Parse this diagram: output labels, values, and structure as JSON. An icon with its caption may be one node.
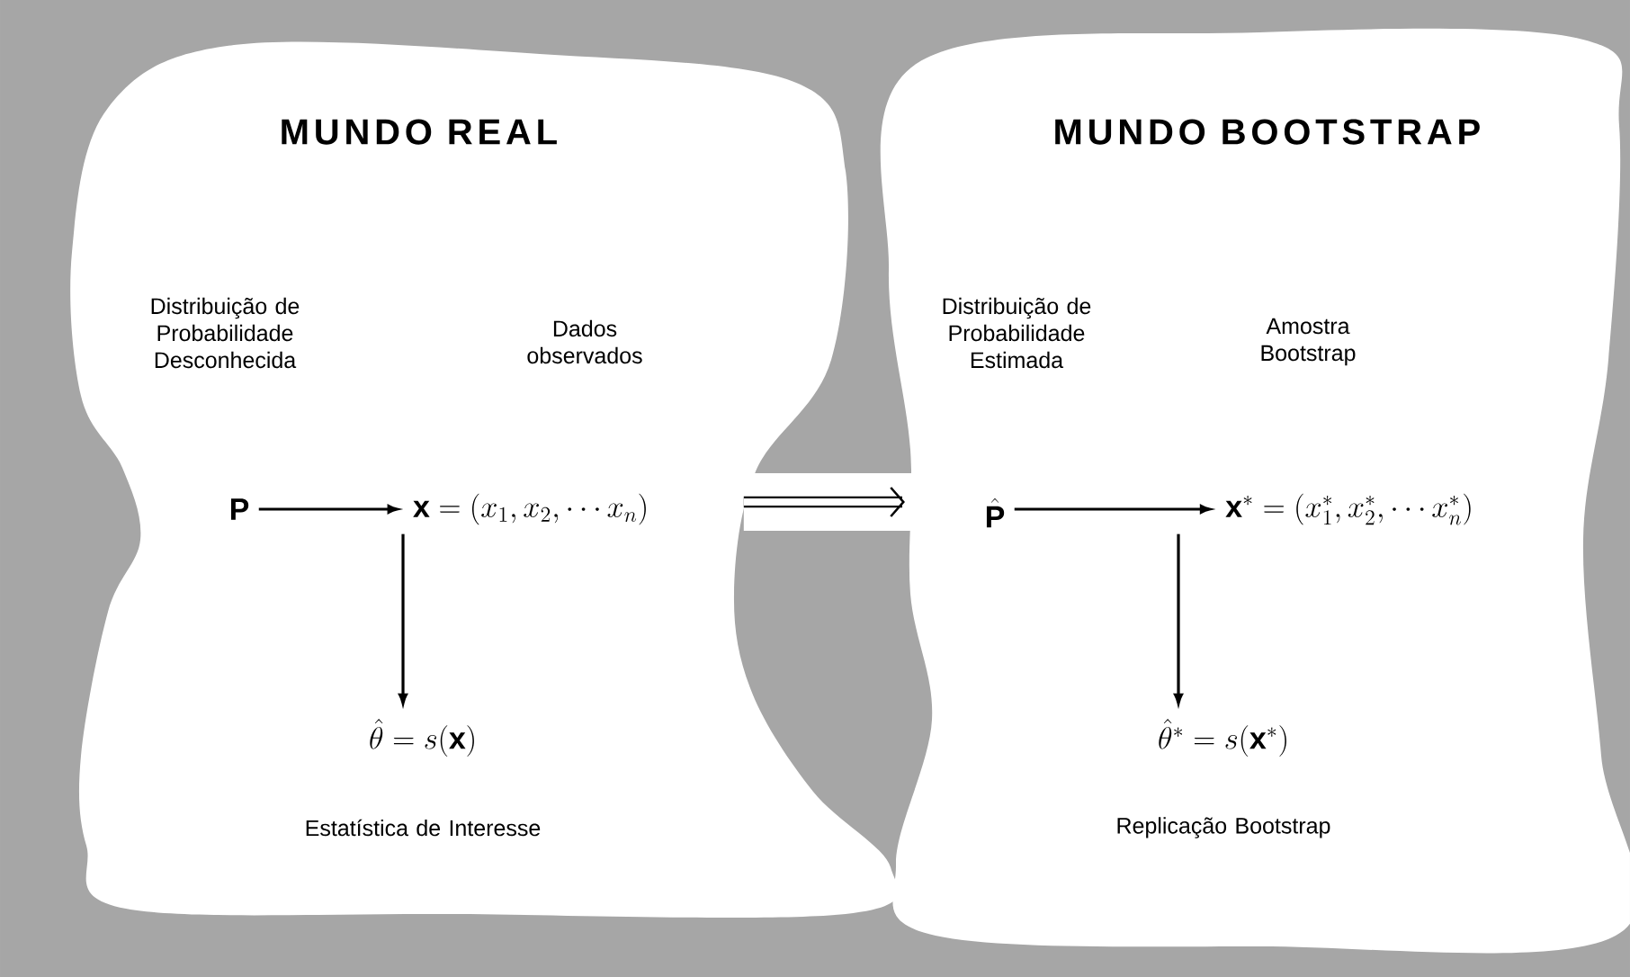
{
  "diagram": {
    "nodes": [
      {
        "text": [
          "MUNDO REAL"
        ]
      },
      {
        "text": [
          "\\mathbf{P}"
        ],
        "in": 0,
        "beside": [
          "Distribuição de Probabilidade Desconhecida"
        ]
      },
      {
        "text": [
          "\\mathbf{x} = (x_1, x_2, \\cdots x_n)"
        ],
        "in": 0,
        "beside": [
          "Dados observados"
        ]
      },
      {
        "text": [
          "\\hat{\\theta} = s(\\mathbf{x})"
        ],
        "in": 0,
        "beside": [
          "Estatística de Interesse"
        ]
      },
      {
        "text": [
          "MUNDO BOOTSTRAP"
        ]
      },
      {
        "text": [
          "\\hat{\\mathbf{P}}"
        ],
        "in": 4,
        "beside": [
          "Distribuição de Probabilidade Estimada"
        ]
      },
      {
        "text": [
          "\\mathbf{x}^* = (x_1^*, x_2^*, \\cdots x_n^*)"
        ],
        "in": 4,
        "beside": [
          "Amostra Bootstrap"
        ]
      },
      {
        "text": [
          "\\hat{\\theta}^* = s(\\mathbf{x}^*)"
        ],
        "in": 4,
        "beside": [
          "Replicação Bootstrap"
        ]
      }
    ],
    "edges": [
      {
        "from": 1,
        "to": 2,
        "arrow": "to"
      },
      {
        "from": 2,
        "to": 3,
        "arrow": "to"
      },
      {
        "from": 0,
        "to": 4,
        "arrow": "to",
        "style": "thick"
      },
      {
        "from": 5,
        "to": 6,
        "arrow": "to"
      },
      {
        "from": 6,
        "to": 7,
        "arrow": "to"
      }
    ]
  }
}
